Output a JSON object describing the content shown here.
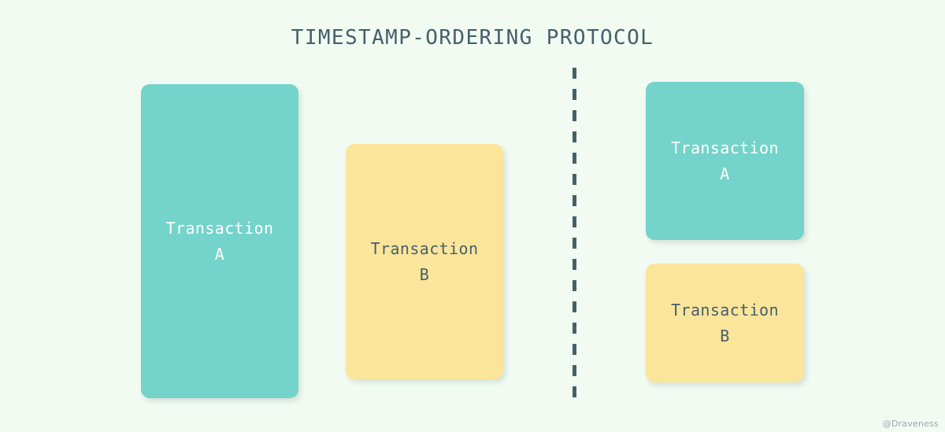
{
  "diagram": {
    "title": "TIMESTAMP-ORDERING PROTOCOL",
    "watermark": "@Draveness",
    "colors": {
      "background": "#f1fbf2",
      "teal": "#74d3cb",
      "yellow": "#fbe59b",
      "ink": "#46606b",
      "on_teal_text": "#ffffff",
      "divider": "#46606b"
    },
    "left_panel": {
      "boxes": [
        {
          "label": "Transaction\nA",
          "color": "teal",
          "name": "transaction-a"
        },
        {
          "label": "Transaction\nB",
          "color": "yellow",
          "name": "transaction-b"
        }
      ]
    },
    "right_panel": {
      "boxes": [
        {
          "label": "Transaction\nA",
          "color": "teal",
          "name": "transaction-a"
        },
        {
          "label": "Transaction\nB",
          "color": "yellow",
          "name": "transaction-b"
        }
      ]
    }
  }
}
